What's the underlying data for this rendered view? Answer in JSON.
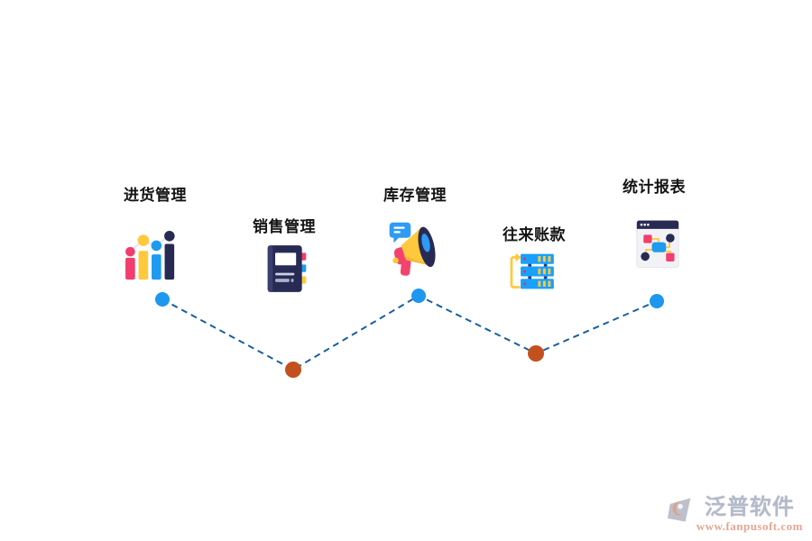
{
  "diagram": {
    "nodes": [
      {
        "label": "进货管理",
        "icon": "bar-chart-icon"
      },
      {
        "label": "销售管理",
        "icon": "notebook-icon"
      },
      {
        "label": "库存管理",
        "icon": "megaphone-icon"
      },
      {
        "label": "往来账款",
        "icon": "server-stack-icon"
      },
      {
        "label": "统计报表",
        "icon": "report-window-icon"
      }
    ],
    "connector": {
      "style": "dashed",
      "line_color": "#1a5f9e",
      "dot_colors": [
        "#1e97ee",
        "#c2511e",
        "#1e97ee",
        "#c2511e",
        "#1e97ee"
      ]
    },
    "palette": {
      "pink": "#f23e6d",
      "yellow": "#ffc93d",
      "blue": "#1e9bf0",
      "navy": "#272b54"
    }
  },
  "watermark": {
    "brand": "泛普软件",
    "url": "www.fanpusoft.com"
  }
}
